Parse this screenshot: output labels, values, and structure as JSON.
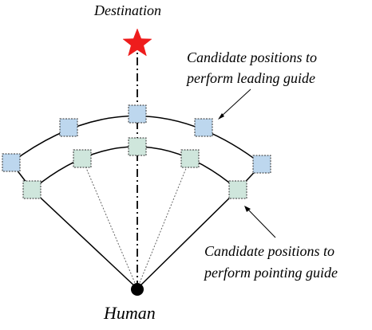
{
  "labels": {
    "destination": "Destination",
    "leading_line1": "Candidate positions to",
    "leading_line2": "perform leading guide",
    "pointing_line1": "Candidate positions to",
    "pointing_line2": "perform pointing guide",
    "human": "Human"
  },
  "colors": {
    "star": "#ee1c1c",
    "leading_fill": "#bdd7ee",
    "pointing_fill": "#cfe6dc",
    "square_stroke": "#333333",
    "line": "#000000",
    "human_dot": "#000000"
  },
  "icons": {
    "destination": "star-icon",
    "human": "human-dot-icon"
  }
}
